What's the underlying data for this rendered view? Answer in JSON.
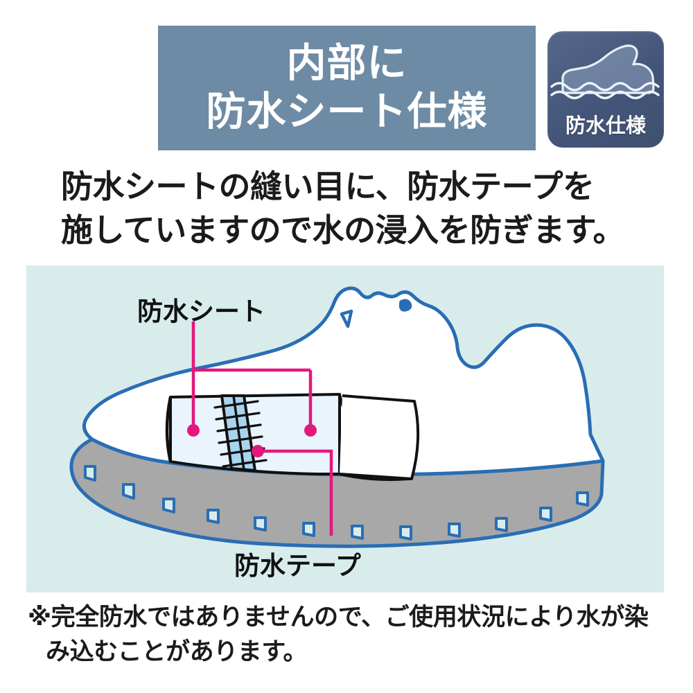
{
  "banner": {
    "title_lines": [
      "内部に",
      "防水シート仕様"
    ],
    "background_color": "#6e8ba5",
    "text_color": "#ffffff"
  },
  "badge": {
    "label": "防水仕様",
    "icon_name": "waterproof-shoe-icon",
    "background_color": "#44557a",
    "text_color": "#ffffff"
  },
  "description": {
    "lines": [
      "防水シートの縫い目に、防水テープを",
      "施していますので水の浸入を防ぎます。"
    ]
  },
  "diagram": {
    "background_color": "#d8edeb",
    "labels": {
      "sheet": "防水シート",
      "tape": "防水テープ"
    },
    "colors": {
      "outline": "#2a6db5",
      "sole": "#a8a8a8",
      "sheet_fill": "#eaf4fc",
      "tape_fill": "#a8d4ee",
      "leader": "#e3187d",
      "stitch": "#111111"
    },
    "callouts": [
      {
        "name": "waterproof-sheet-front",
        "label_ref": "sheet"
      },
      {
        "name": "waterproof-sheet-rear",
        "label_ref": "sheet"
      },
      {
        "name": "waterproof-tape",
        "label_ref": "tape"
      }
    ]
  },
  "footnote": {
    "lines": [
      "※完全防水ではありませんので、ご使用状況により水が染",
      "み込むことがあります。"
    ]
  }
}
